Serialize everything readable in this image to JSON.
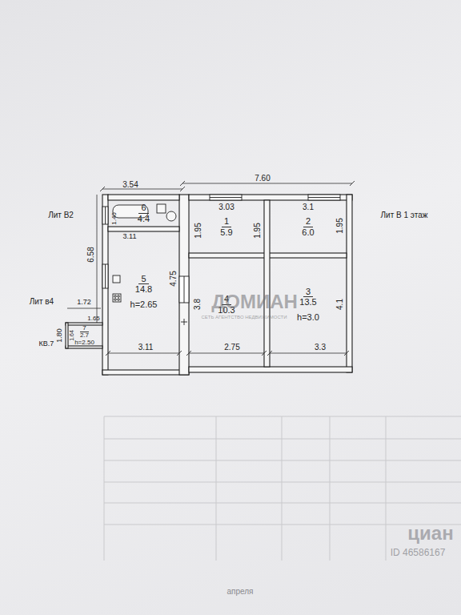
{
  "diagram": {
    "nodes": [
      {
        "text": [
          "6",
          "4.4"
        ]
      },
      {
        "text": [
          "1",
          "5.9"
        ]
      },
      {
        "text": [
          "2",
          "6.0"
        ]
      },
      {
        "text": [
          "5",
          "14.8",
          "h=2.65"
        ]
      },
      {
        "text": [
          "4",
          "10.3"
        ]
      },
      {
        "text": [
          "3",
          "13.5",
          "h=3.0"
        ]
      },
      {
        "text": [
          "7",
          "2.7",
          "h=2.50"
        ]
      }
    ],
    "labels": [
      "3.54",
      "7.60",
      "Лит В2",
      "Лит В 1 этаж",
      "3.03",
      "3.1",
      "1.95",
      "1.95",
      "1.95",
      "1.40",
      "3.11",
      "6.58",
      "4.75",
      "3.8",
      "4.1",
      "Лит в4",
      "1.72",
      "1.80",
      "1.64",
      "1.65",
      "КВ.7",
      "3.11",
      "2.75",
      "3.3",
      "ДОМИАН",
      "СЕТЬ АГЕНТСТВО НЕДВИЖИМОСТИ",
      "циан",
      "ID 46586167",
      "апреля"
    ]
  }
}
